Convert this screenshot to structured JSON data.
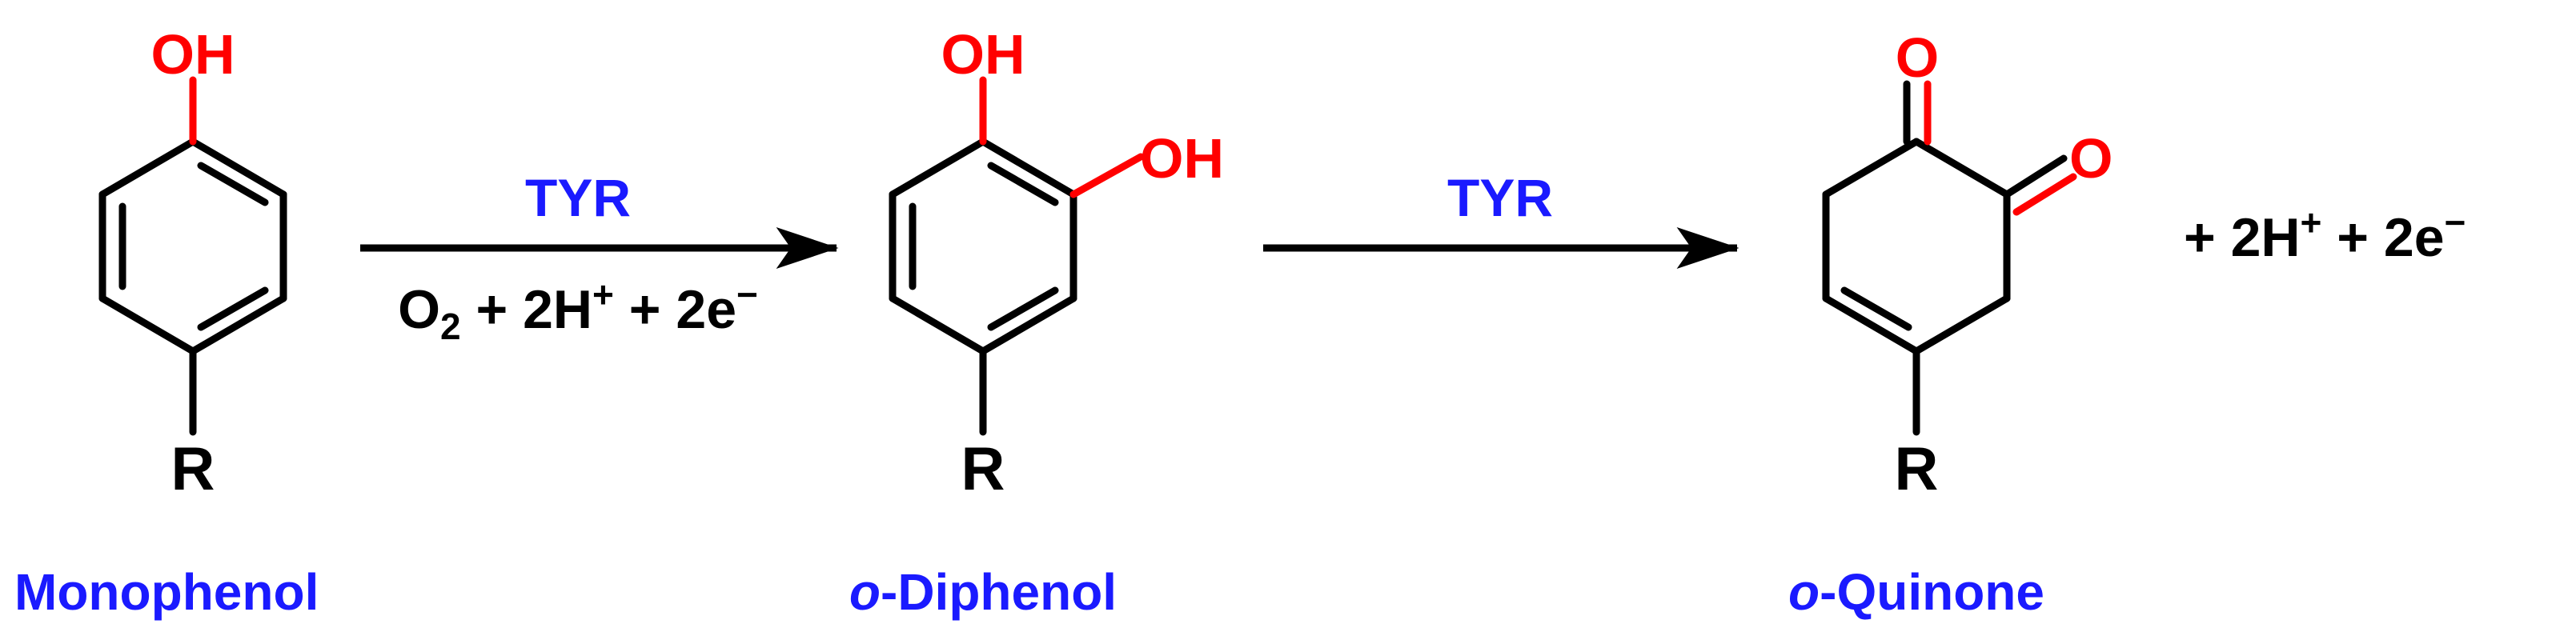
{
  "colors": {
    "bond": "#000000",
    "heteroatom": "#ff0000",
    "label": "#1a1aff"
  },
  "molecules": {
    "monophenol": {
      "substituent_top": "OH",
      "substituent_bottom": "R",
      "name": "Monophenol"
    },
    "diphenol": {
      "substituent_top": "OH",
      "substituent_side": "OH",
      "substituent_bottom": "R",
      "name_prefix": "o",
      "name_suffix": "-Diphenol"
    },
    "quinone": {
      "substituent_top": "O",
      "substituent_side": "O",
      "substituent_bottom": "R",
      "name_prefix": "o",
      "name_suffix": "-Quinone"
    }
  },
  "reactions": {
    "step1": {
      "enzyme": "TYR",
      "cofactors": {
        "o_symbol": "O",
        "o_subscript": "2",
        "plus1": " + 2H",
        "proton_sup": "+",
        "plus2": " + 2e",
        "electron_sup": "−"
      }
    },
    "step2": {
      "enzyme": "TYR"
    }
  },
  "byproducts": {
    "text1": "+ 2H",
    "proton_sup": "+",
    "text2": " + 2e",
    "electron_sup": "−"
  }
}
